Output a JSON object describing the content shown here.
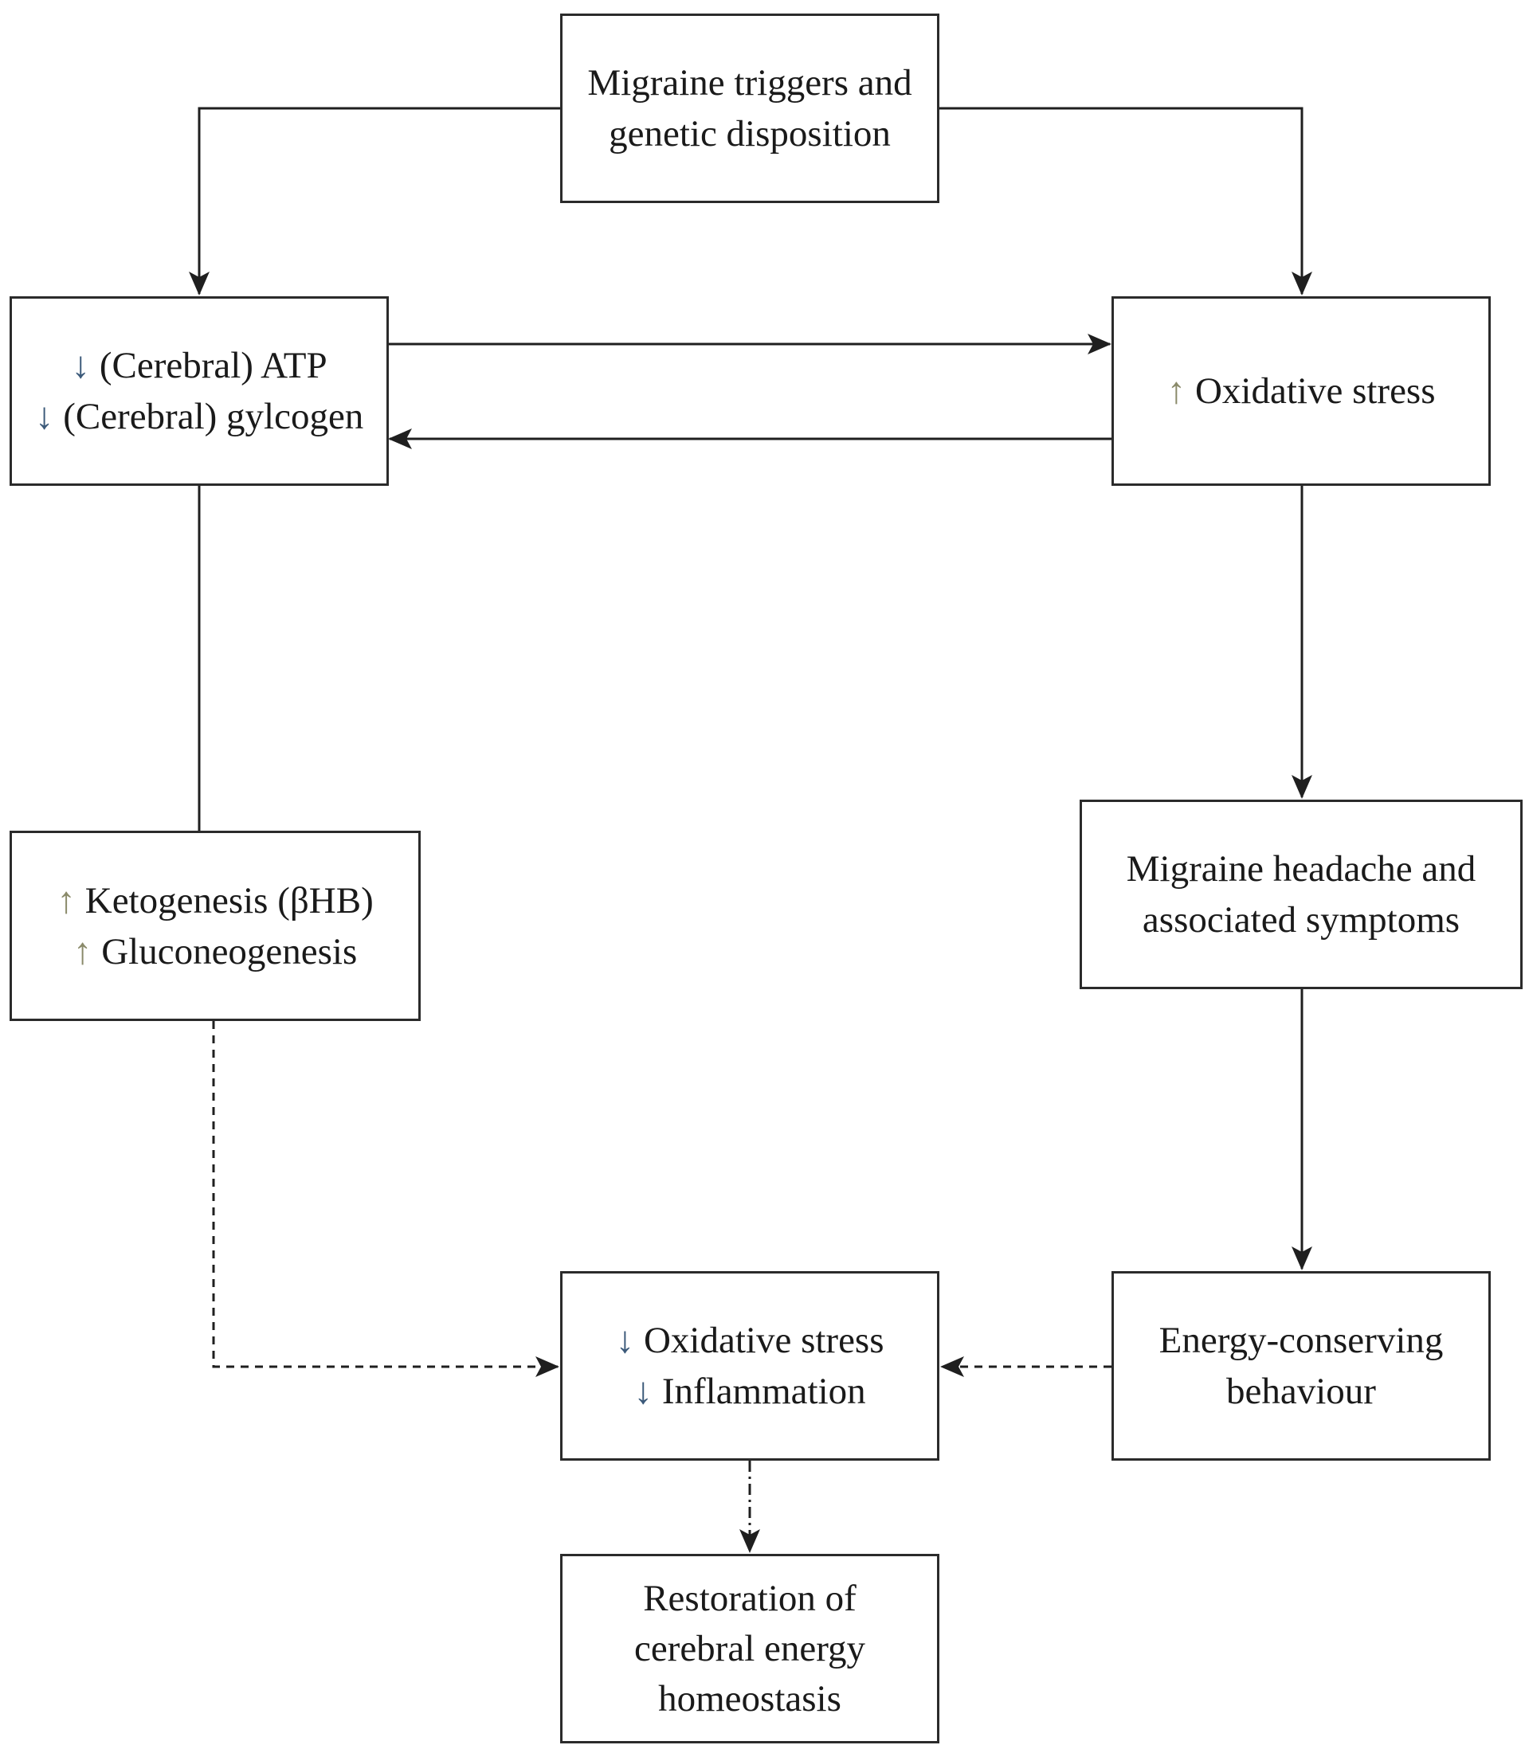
{
  "diagram": {
    "nodes": {
      "triggers": {
        "lines": [
          "Migraine triggers and",
          "genetic disposition"
        ]
      },
      "atp": {
        "lines": [
          {
            "arrow": "↓",
            "text": "(Cerebral) ATP"
          },
          {
            "arrow": "↓",
            "text": "(Cerebral) gylcogen"
          }
        ]
      },
      "oxidative": {
        "lines": [
          {
            "arrow": "↑",
            "text": "Oxidative stress"
          }
        ]
      },
      "keto": {
        "lines": [
          {
            "arrow": "↑",
            "text": "Ketogenesis (βHB)"
          },
          {
            "arrow": "↑",
            "text": "Gluconeogenesis"
          }
        ]
      },
      "headache": {
        "lines": [
          "Migraine headache and",
          "associated symptoms"
        ]
      },
      "reduce": {
        "lines": [
          {
            "arrow": "↓",
            "text": "Oxidative stress"
          },
          {
            "arrow": "↓",
            "text": "Inflammation"
          }
        ]
      },
      "energy": {
        "lines": [
          "Energy-conserving",
          "behaviour"
        ]
      },
      "restore": {
        "lines": [
          "Restoration of",
          "cerebral energy",
          "homeostasis"
        ]
      }
    },
    "edges": [
      {
        "from": "triggers",
        "to": "atp",
        "style": "solid"
      },
      {
        "from": "triggers",
        "to": "oxidative",
        "style": "solid"
      },
      {
        "from": "atp",
        "to": "oxidative",
        "style": "solid"
      },
      {
        "from": "oxidative",
        "to": "atp",
        "style": "solid"
      },
      {
        "from": "atp",
        "to": "keto",
        "style": "solid",
        "arrowhead": false
      },
      {
        "from": "oxidative",
        "to": "headache",
        "style": "solid"
      },
      {
        "from": "headache",
        "to": "energy",
        "style": "solid"
      },
      {
        "from": "keto",
        "to": "reduce",
        "style": "dashed"
      },
      {
        "from": "energy",
        "to": "reduce",
        "style": "dashed"
      },
      {
        "from": "reduce",
        "to": "restore",
        "style": "dashdot"
      }
    ],
    "colors": {
      "stroke": "#1f1f1f",
      "down_arrow": "#3c5a7a",
      "up_arrow": "#8a8a6a"
    }
  }
}
